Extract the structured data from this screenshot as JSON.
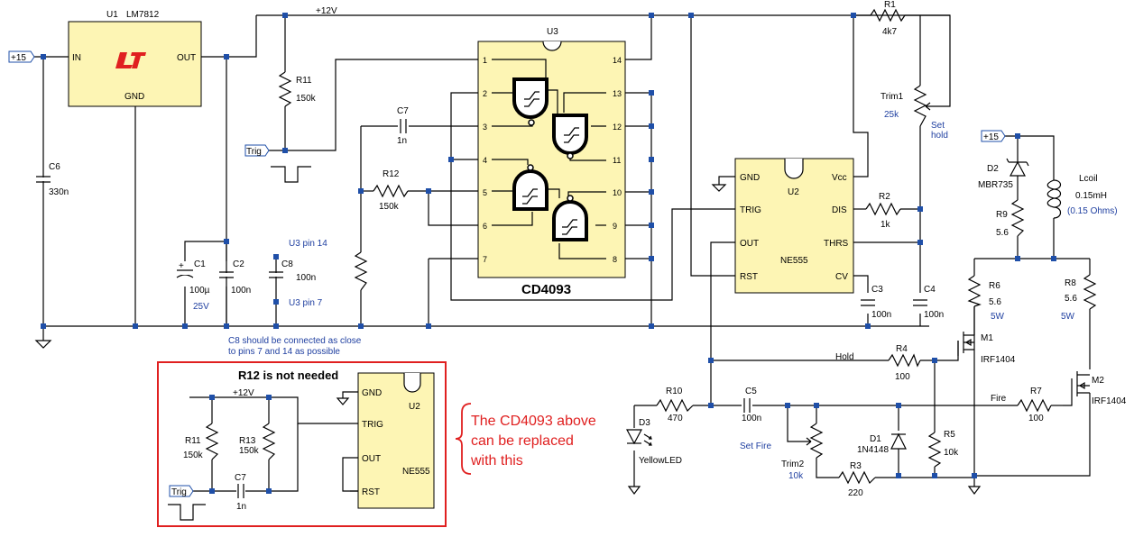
{
  "components": {
    "u1_ref": "U1",
    "u1_part": "LM7812",
    "u1_in": "IN",
    "u1_out": "OUT",
    "u1_gnd": "GND",
    "u3_ref": "U3",
    "u3_part": "CD4093",
    "u2_ref": "U2",
    "u2_part": "NE555",
    "u2_gnd": "GND",
    "u2_trig": "TRIG",
    "u2_out": "OUT",
    "u2_rst": "RST",
    "u2_vcc": "Vcc",
    "u2_dis": "DIS",
    "u2_thrs": "THRS",
    "u2_cv": "CV",
    "r1": "R1",
    "r1_val": "4k7",
    "trim1": "Trim1",
    "trim1_val": "25k",
    "trim1_note1": "Set",
    "trim1_note2": "hold",
    "r2": "R2",
    "r2_val": "1k",
    "r11": "R11",
    "r11_val": "150k",
    "r12": "R12",
    "r12_val": "150k",
    "c7": "C7",
    "c7_val": "1n",
    "c6": "C6",
    "c6_val": "330n",
    "c1": "C1",
    "c1_val": "100µ",
    "c1_volt": "25V",
    "c2": "C2",
    "c2_val": "100n",
    "c8": "C8",
    "c8_val": "100n",
    "c3": "C3",
    "c3_val": "100n",
    "c4": "C4",
    "c4_val": "100n",
    "d2": "D2",
    "d2_val": "MBR735",
    "lcoil": "Lcoil",
    "lcoil_val": "0.15mH",
    "lcoil_note": "(0.15 Ohms)",
    "r9": "R9",
    "r9_val": "5.6",
    "r6": "R6",
    "r6_val": "5.6",
    "r6_w": "5W",
    "r8": "R8",
    "r8_val": "5.6",
    "r8_w": "5W",
    "m1": "M1",
    "m1_val": "IRF1404",
    "m2": "M2",
    "m2_val": "IRF1404",
    "r4": "R4",
    "r4_val": "100",
    "r7": "R7",
    "r7_val": "100",
    "r10": "R10",
    "r10_val": "470",
    "c5": "C5",
    "c5_val": "100n",
    "d3": "D3",
    "d3_val": "YellowLED",
    "d1": "D1",
    "d1_val": "1N4148",
    "r5": "R5",
    "r5_val": "10k",
    "trim2": "Trim2",
    "trim2_val": "10k",
    "r3": "R3",
    "r3_val": "220"
  },
  "nets": {
    "v12": "+12V",
    "v15a": "+15",
    "v15b": "+15",
    "trig": "Trig",
    "hold": "Hold",
    "fire": "Fire",
    "set_fire": "Set Fire",
    "u3_pin14": "U3 pin 14",
    "u3_pin7": "U3 pin 7"
  },
  "pins": {
    "left": [
      "1",
      "2",
      "3",
      "4",
      "5",
      "6",
      "7"
    ],
    "right": [
      "14",
      "13",
      "12",
      "11",
      "10",
      "9",
      "8"
    ]
  },
  "notes": {
    "c8_line1": "C8 should be connected as close",
    "c8_line2": "to pins 7 and 14 as possible"
  },
  "inset": {
    "title": "R12 is not needed",
    "v12": "+12V",
    "r11": "R11",
    "r11_val": "150k",
    "r13": "R13",
    "r13_val": "150k",
    "c7": "C7",
    "c7_val": "1n",
    "trig": "Trig",
    "u2_ref": "U2",
    "u2_part": "NE555",
    "gnd": "GND",
    "trig_pin": "TRIG",
    "out": "OUT",
    "rst": "RST"
  },
  "callout": {
    "line1": "The CD4093 above",
    "line2": "can be replaced",
    "line3": "with this"
  },
  "colors": {
    "chip_fill": "#fdf5b4",
    "junction": "#1f4fa8",
    "annotation": "#1f3fa0",
    "callout": "#e02020",
    "logo": "#e02020"
  }
}
